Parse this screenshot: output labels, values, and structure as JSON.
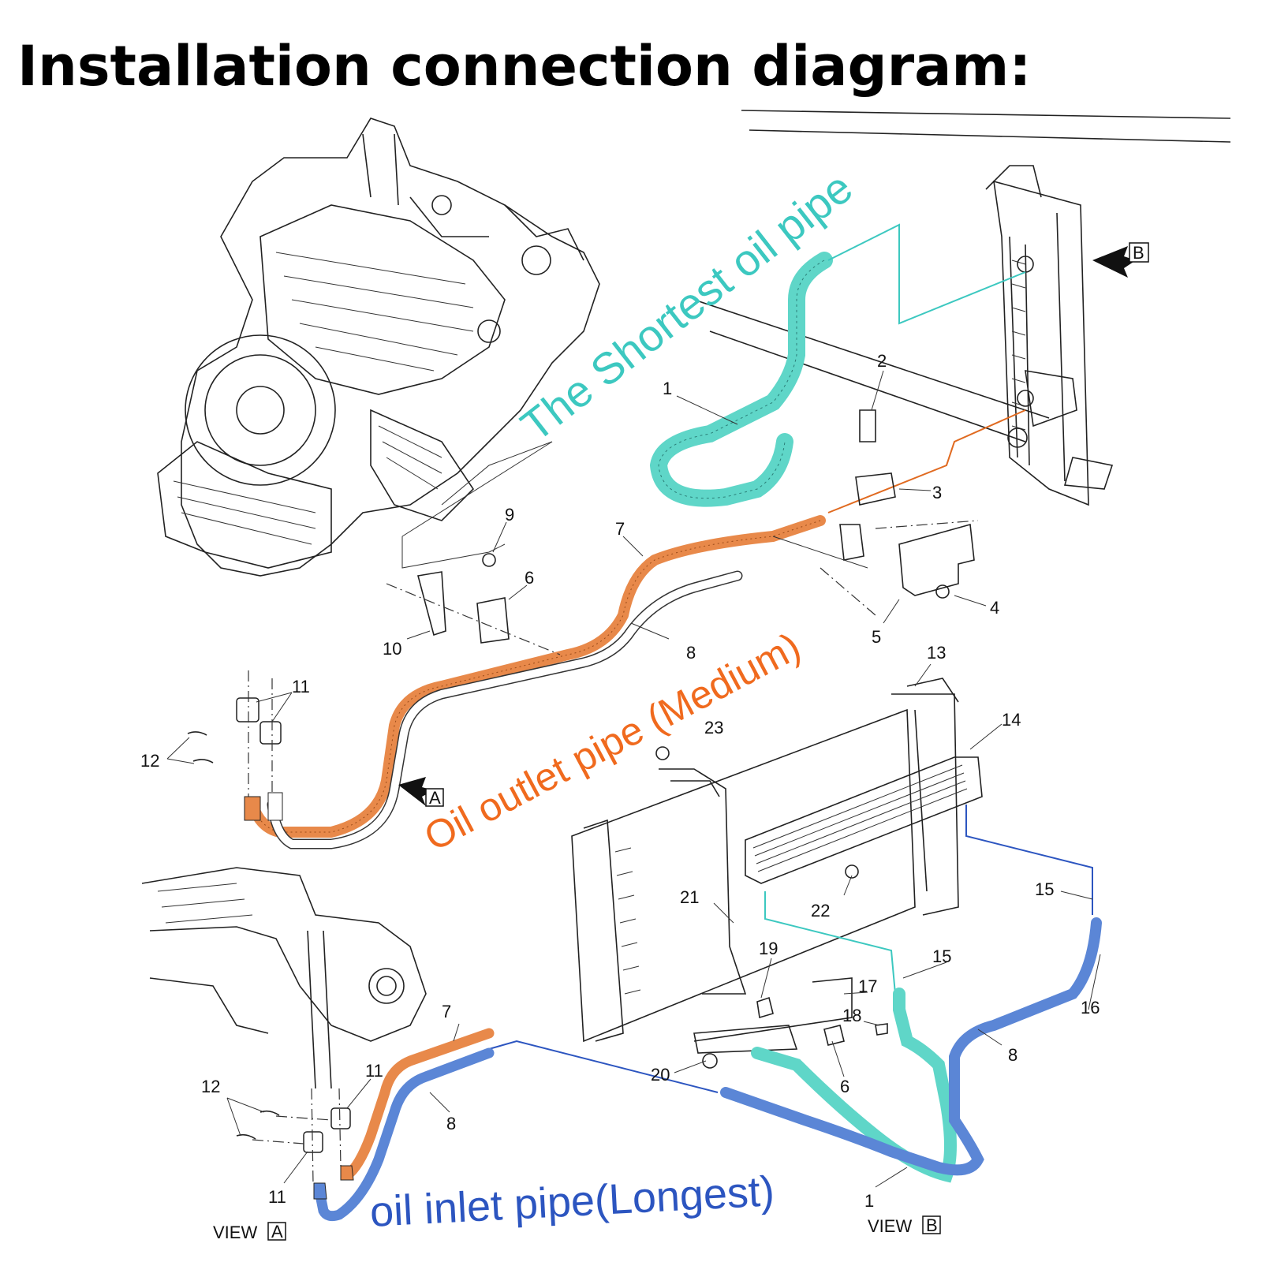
{
  "title": "Installation connection diagram:",
  "annotations": {
    "shortest": "The Shortest oil pipe",
    "medium": "Oil outlet pipe (Medium)",
    "longest": "oil inlet pipe(Longest)"
  },
  "view_labels": {
    "view_a": "VIEW",
    "view_a_box": "A",
    "view_b": "VIEW",
    "view_b_box": "B",
    "arrow_a": "A",
    "arrow_b": "B"
  },
  "callouts": {
    "c1_top": "1",
    "c2": "2",
    "c3": "3",
    "c4": "4",
    "c5": "5",
    "c6_top": "6",
    "c6_bottom": "6",
    "c7_top": "7",
    "c7_bottom": "7",
    "c8_top": "8",
    "c8_mid": "8",
    "c8_bottom": "8",
    "c9": "9",
    "c10": "10",
    "c11_a": "11",
    "c11_b": "11",
    "c11_c": "11",
    "c12_a": "12",
    "c12_b": "12",
    "c13": "13",
    "c14": "14",
    "c15_a": "15",
    "c15_b": "15",
    "c16": "16",
    "c17": "17",
    "c18": "18",
    "c19": "19",
    "c20": "20",
    "c21": "21",
    "c22": "22",
    "c23": "23",
    "c1_bottom": "1"
  },
  "colors": {
    "shortest_pipe": "#5fd6c8",
    "shortest_text": "#3cc8c0",
    "medium_pipe": "#e8894a",
    "medium_text": "#f06a1e",
    "longest_pipe": "#5b86d6",
    "longest_text": "#2c55c0",
    "line_art": "#222222"
  }
}
